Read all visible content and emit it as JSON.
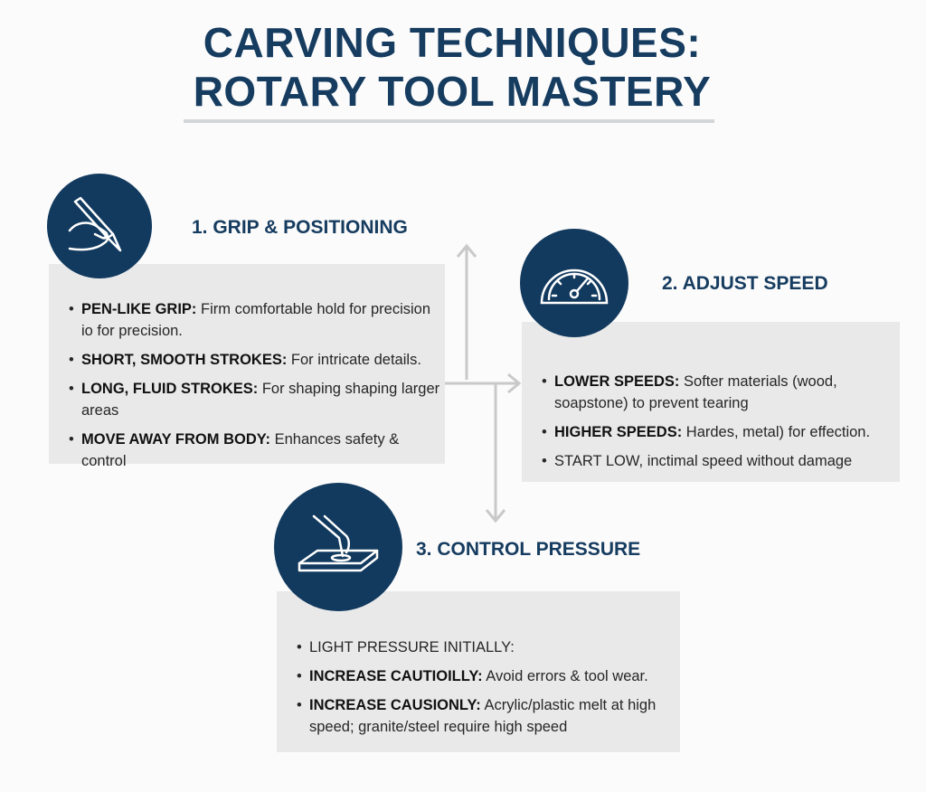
{
  "title": {
    "line1": "CARVING TECHNIQUES:",
    "line2": "ROTARY TOOL MASTERY"
  },
  "sections": [
    {
      "label": "1. GRIP & POSITIONING",
      "icon": "hand-holding-pen-icon",
      "items": [
        {
          "bold": "PEN-LIKE GRIP:",
          "text": " Firm comfortable hold for precision io for precision."
        },
        {
          "bold": "SHORT, SMOOTH STROKES:",
          "text": " For intricate details."
        },
        {
          "bold": "LONG, FLUID STROKES:",
          "text": " For shaping shaping larger areas"
        },
        {
          "bold": "MOVE AWAY FROM BODY:",
          "text": " Enhances safety & control"
        }
      ]
    },
    {
      "label": "2. ADJUST SPEED",
      "icon": "speedometer-icon",
      "items": [
        {
          "bold": "LOWER SPEEDS:",
          "text": " Softer materials (wood, soapstone) to prevent tearing"
        },
        {
          "bold": "HIGHER SPEEDS:",
          "text": " Hardes, metal) for effection."
        },
        {
          "bold": "",
          "text": "START LOW, inctimal speed without damage"
        }
      ]
    },
    {
      "label": "3. CONTROL PRESSURE",
      "icon": "hand-pressing-surface-icon",
      "items": [
        {
          "bold": "",
          "text": "LIGHT PRESSURE INITIALLY:"
        },
        {
          "bold": "INCREASE CAUTIOILLY:",
          "text": " Avoid errors & tool wear."
        },
        {
          "bold": "INCREASE CAUSIONLY:",
          "text": " Acrylic/plastic melt at high speed; granite/steel require high speed"
        }
      ]
    }
  ],
  "colors": {
    "navy": "#123a5f",
    "box": "#e9e9e9"
  }
}
